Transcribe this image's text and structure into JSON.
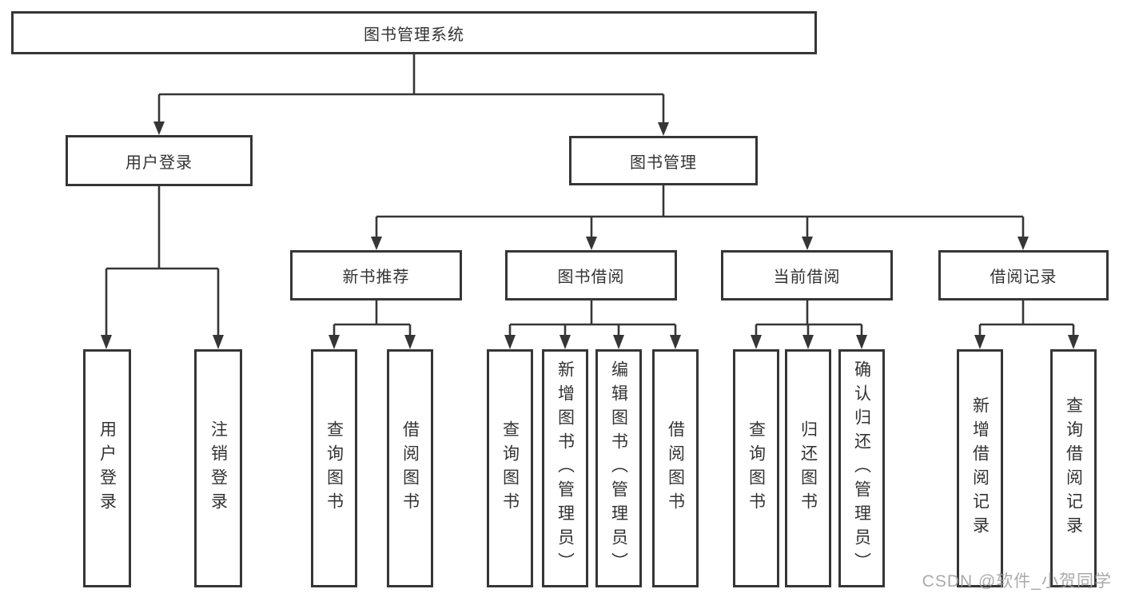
{
  "diagram": {
    "title": "图书管理系统",
    "nodes": {
      "root": "图书管理系统",
      "user_login": "用户登录",
      "book_mgmt": "图书管理",
      "new_book_rec": "新书推荐",
      "book_borrow": "图书借阅",
      "current_borrow": "当前借阅",
      "borrow_record": "借阅记录",
      "leaf_user_login": "用户登录",
      "leaf_logout": "注销登录",
      "rec_query_book": "查询图书",
      "rec_borrow_book": "借阅图书",
      "bb_query_book": "查询图书",
      "bb_add_book": "新增图书（管理员）",
      "bb_edit_book": "编辑图书（管理员）",
      "bb_borrow_book": "借阅图书",
      "cb_query_book": "查询图书",
      "cb_return_book": "归还图书",
      "cb_confirm_return": "确认归还（管理员）",
      "br_add_record": "新增借阅记录",
      "br_query_record": "查询借阅记录"
    },
    "colors": {
      "line": "#363636",
      "text": "#333333",
      "background": "#ffffff",
      "watermark": "#9e9e9e"
    }
  },
  "watermark": "CSDN @软件_小贺同学"
}
